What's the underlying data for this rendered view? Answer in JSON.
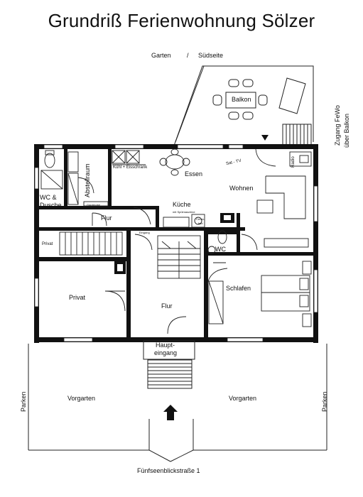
{
  "title": "Grundriß Ferienwohnung Sölzer",
  "garden_heading": {
    "garten": "Garten",
    "slash": "/",
    "suedseite": "Südseite"
  },
  "rooms": {
    "balkon": "Balkon",
    "abstellraum": "Abstellraum",
    "kuehl": "Kühl + Eisschrank",
    "essen": "Essen",
    "sat_tv": "Sat - TV",
    "radio": "Radio",
    "wohnen": "Wohnen",
    "wc_dusche_1": "WC &",
    "wc_dusche_2": "Dusche",
    "garderobe": "Garderobe",
    "kueche": "Küche",
    "spuelmaschine": "mit Spülmaschine",
    "ceran_1": "Ceran-",
    "ceran_2": "feld",
    "flur_top": "Flur",
    "eingang": "Eingang",
    "privat_small": "Privat",
    "wc": "WC",
    "privat": "Privat",
    "flur": "Flur",
    "schlafen": "Schlafen",
    "haupteingang_1": "Haupt-",
    "haupteingang_2": "eingang",
    "vorgarten_left": "Vorgarten",
    "vorgarten_right": "Vorgarten"
  },
  "side_labels": {
    "parken_left": "Parken",
    "parken_right": "Parken",
    "zugang_1": "Zugang  FeWo",
    "zugang_2": "über Balkon"
  },
  "street": "Fünfseenblickstraße 1",
  "colors": {
    "wall": "#111111",
    "line": "#222222",
    "background": "#ffffff"
  }
}
